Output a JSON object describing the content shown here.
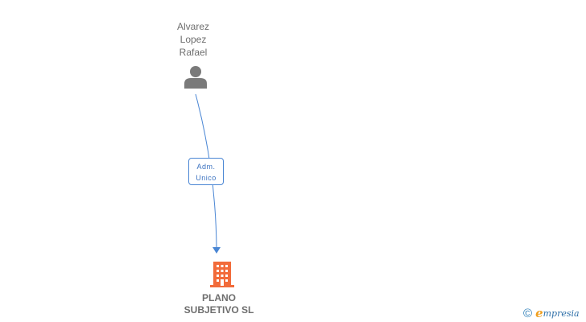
{
  "person": {
    "name_lines": [
      "Alvarez",
      "Lopez",
      "Rafael"
    ],
    "icon": "person-icon"
  },
  "relation": {
    "label_lines": [
      "Adm.",
      "Unico"
    ],
    "color": "#4a86d4"
  },
  "company": {
    "name_lines": [
      "PLANO",
      "SUBJETIVO SL"
    ],
    "icon": "building-icon",
    "color": "#f26b3a"
  },
  "brand": {
    "copyright": "©",
    "initial": "e",
    "name": "mpresia"
  }
}
